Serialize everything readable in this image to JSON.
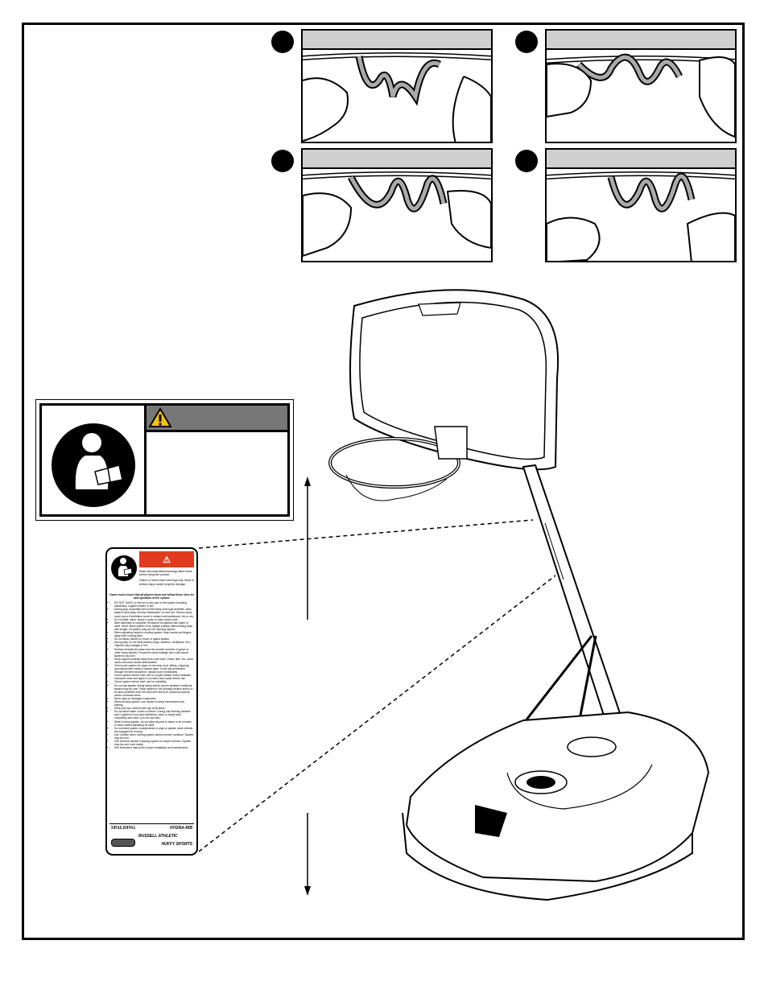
{
  "warning_label": {
    "heading": "WARNING",
    "read_text": "Read and understand warnings listed below before using this product.",
    "failure_text": "Failure to follow these warnings may result in serious injury and/or property damage.",
    "intro": "Owner must ensure that all players know and follow these rules for safe operation of the system.",
    "rules": [
      "DO NOT HANG on the rim or any part of the system including backboard, support braces or net.",
      "During play, especially when performing dunk type activities, keep player's face away from the backboard, rim and net. Serious injury could occur if teeth/face come in contact with backboard, rim or net.",
      "Do not slide, climb, shake or play on base and/or pole.",
      "After assembly is complete, fill system completely with water or sand. Never leave system in an upright position without filling base with weight, as system may tip over causing injuries.",
      "When adjusting height or moving system, keep hands and fingers away from moving parts.",
      "Do not allow children to move or adjust system.",
      "During play, do not wear jewelry (rings, watches, necklaces, etc.). Objects may entangle in net.",
      "Surface beneath the base must be smooth and free of gravel or other sharp objects. Punctures cause leakage and could cause system to tip over.",
      "Keep organic material away from pole base. Grass, litter, etc. could cause corrosion and/or deterioration.",
      "Check pole system for signs of corrosion (rust, pitting, chipping) and repaint with exterior enamel paint. If rust has penetrated through the steel anywhere, replace pole immediately.",
      "Check system before each use for proper ballast, loose hardware, excessive wear and signs of corrosion and repair before use.",
      "Check system before each use for instability.",
      "Do not use system during windy and/or severe weather conditions; system may tip over. Place system in the storage position and/or in an area protected from the wind and free from personal property and/or overhead wires.",
      "Never play on damaged equipment.",
      "When moving system, use caution to keep mechanism from shifting.",
      "Keep pole top covered with cap at all times.",
      "Do not allow water in tank to freeze. During sub-freezing weather add 2 gallons of non-toxic antifreeze, sand or empty tank completely and store. (Do not use salt.)",
      "While moving system, do not allow anyone to stand or sit on base or leave added ballasting on base.",
      "Do not leave system unsupervised or play on system when wheels are engaged for moving.",
      "Use Caution when moving system across uneven surfaces. System may tip over.",
      "Use extreme caution if placing system on sloped surface. System may tip over more easily.",
      "See instruction manual for proper installation and maintenance."
    ],
    "brands": {
      "spalding": "SPALDING",
      "hydra_rib": "HYDRA-RIB",
      "russell": "RUSSELL ATHLETIC",
      "huffy": "HUFFY SPORTS"
    }
  },
  "colors": {
    "warning_red": "#e23a1c",
    "caution_header": "#777777",
    "panel_bar": "#cfcfcf"
  },
  "icons": [
    "read-manual-icon",
    "warning-triangle-icon"
  ]
}
